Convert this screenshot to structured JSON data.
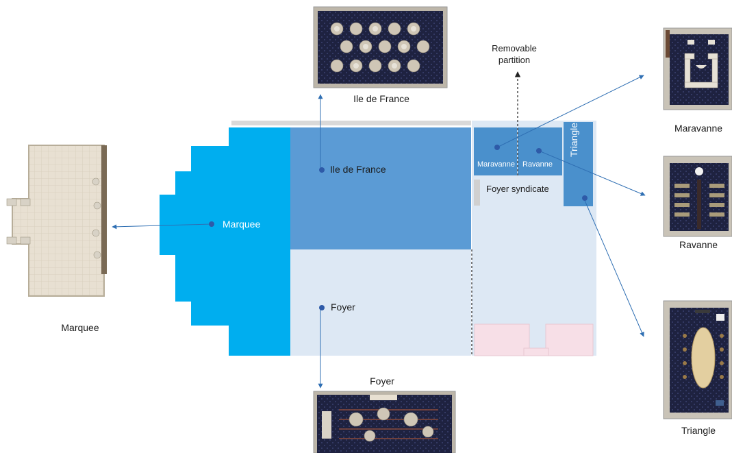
{
  "plan": {
    "rooms": {
      "ile_de_france": "Ile de France",
      "marquee": "Marquee",
      "foyer": "Foyer",
      "maravanne": "Maravanne",
      "ravanne": "Ravanne",
      "triangle": "Triangle",
      "foyer_syndicate": "Foyer syndicate"
    },
    "removable_partition": "Removable\npartition"
  },
  "thumbnails": {
    "ile_de_france": "Ile de France",
    "marquee": "Marquee",
    "foyer": "Foyer",
    "maravanne": "Maravanne",
    "ravanne": "Ravanne",
    "triangle": "Triangle"
  },
  "colors": {
    "marquee": "#00aeef",
    "ile_de_france": "#5b9bd5",
    "small_rooms": "#4a90cc",
    "foyer": "#dde8f4",
    "pink_zone": "#f7dfe7",
    "dot": "#2e5aa8",
    "arrow": "#2f6fb3",
    "carpet": "#1e2240"
  }
}
